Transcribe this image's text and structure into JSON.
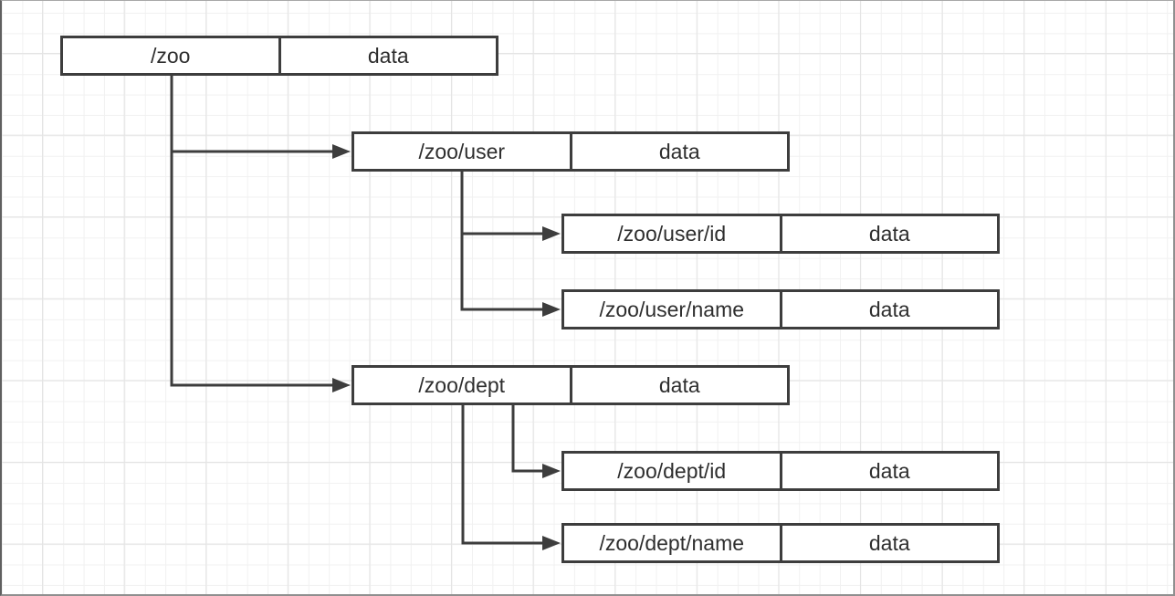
{
  "diagram": {
    "type": "tree",
    "description": "ZooKeeper znode hierarchy: each node holds a path and a data cell",
    "colors": {
      "canvas": "#ffffff",
      "grid_minor": "#f1f1f1",
      "grid_major": "#e4e4e4",
      "shape_stroke": "#3d3d3d",
      "text": "#2e2e2e",
      "frame_border": "#8f8f8f"
    },
    "nodes": [
      {
        "id": "zoo",
        "path": "/zoo",
        "data_label": "data"
      },
      {
        "id": "zoo-user",
        "path": "/zoo/user",
        "data_label": "data"
      },
      {
        "id": "zoo-user-id",
        "path": "/zoo/user/id",
        "data_label": "data"
      },
      {
        "id": "zoo-user-name",
        "path": "/zoo/user/name",
        "data_label": "data"
      },
      {
        "id": "zoo-dept",
        "path": "/zoo/dept",
        "data_label": "data"
      },
      {
        "id": "zoo-dept-id",
        "path": "/zoo/dept/id",
        "data_label": "data"
      },
      {
        "id": "zoo-dept-name",
        "path": "/zoo/dept/name",
        "data_label": "data"
      }
    ],
    "edges": [
      {
        "from": "/zoo",
        "to": "/zoo/user"
      },
      {
        "from": "/zoo",
        "to": "/zoo/dept"
      },
      {
        "from": "/zoo/user",
        "to": "/zoo/user/id"
      },
      {
        "from": "/zoo/user",
        "to": "/zoo/user/name"
      },
      {
        "from": "/zoo/dept",
        "to": "/zoo/dept/id"
      },
      {
        "from": "/zoo/dept",
        "to": "/zoo/dept/name"
      }
    ]
  }
}
